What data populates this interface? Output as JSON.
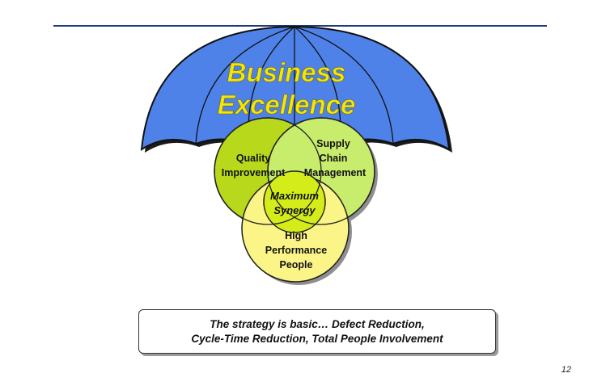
{
  "diagram": {
    "umbrella_title_line1": "Business",
    "umbrella_title_line2": "Excellence",
    "circles": {
      "quality": {
        "line1": "Quality",
        "line2": "Improvement"
      },
      "supply": {
        "line1": "Supply",
        "line2": "Chain",
        "line3": "Management"
      },
      "people": {
        "line1": "High",
        "line2": "Performance",
        "line3": "People"
      },
      "center": {
        "line1": "Maximum",
        "line2": "Synergy"
      }
    },
    "colors": {
      "umbrella": "#4f82e8",
      "title": "#f2e60a",
      "quality": "#b8d81c",
      "supply": "#c8ec6c",
      "people": "#fbf486",
      "center": "#d3ec1a"
    }
  },
  "strategy": {
    "line1": "The strategy is basic…  Defect Reduction,",
    "line2": "Cycle-Time Reduction, Total People Involvement"
  },
  "page_number": "12"
}
